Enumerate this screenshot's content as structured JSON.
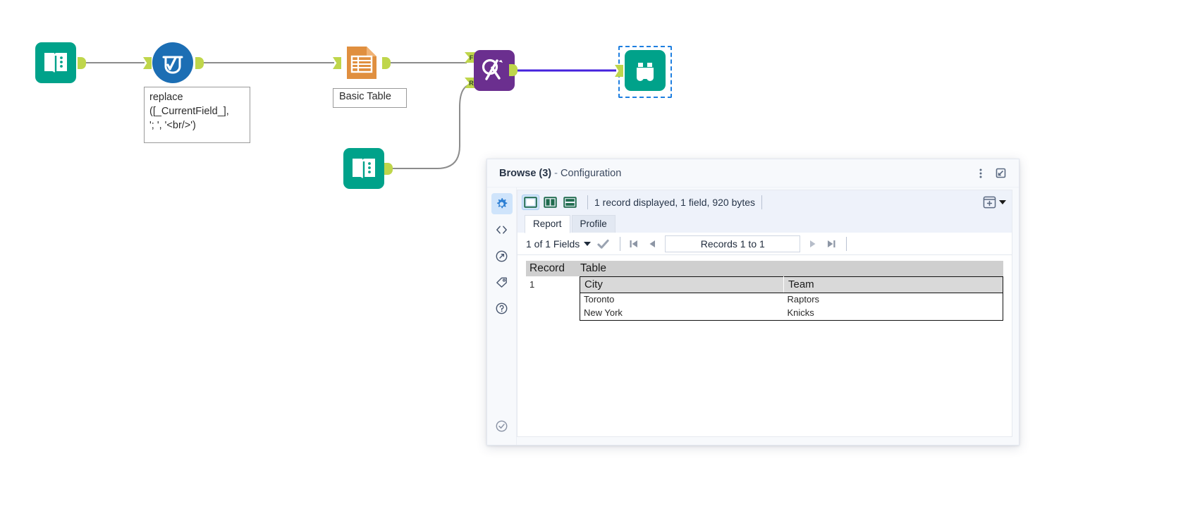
{
  "canvas": {
    "nodes": [
      {
        "id": "input-browse-1",
        "icon": "browse-book-icon",
        "label": "",
        "type": "browse"
      },
      {
        "id": "formula",
        "icon": "formula-beaker-icon",
        "label": "",
        "type": "formula"
      },
      {
        "id": "basic-table",
        "icon": "table-icon",
        "label": "Basic Table",
        "type": "table"
      },
      {
        "id": "render",
        "icon": "render-icon",
        "label": "",
        "type": "render"
      },
      {
        "id": "browse-3",
        "icon": "binoculars-icon",
        "label": "",
        "type": "browse-output",
        "selected": true
      },
      {
        "id": "input-browse-2",
        "icon": "browse-book-icon",
        "label": "",
        "type": "browse"
      }
    ],
    "annotations": [
      {
        "id": "formula-annotation",
        "text": "replace\n([_CurrentField_],\n'; ', '<br/>')"
      },
      {
        "id": "basic-table-annotation",
        "text": "Basic Table"
      }
    ],
    "anchor_labels": {
      "f": "F",
      "r": "R"
    }
  },
  "config": {
    "title_tool": "Browse (3)",
    "title_dash": " - ",
    "title_section": "Configuration",
    "menu_icon": "more-options-icon",
    "expand_icon": "restore-window-icon",
    "rail": [
      {
        "name": "configuration-gear-icon",
        "glyph": "gear",
        "active": true
      },
      {
        "name": "code-brackets-icon",
        "glyph": "code",
        "active": false
      },
      {
        "name": "annotation-arrow-icon",
        "glyph": "arrow",
        "active": false
      },
      {
        "name": "tag-icon",
        "glyph": "tag",
        "active": false
      },
      {
        "name": "help-question-icon",
        "glyph": "help",
        "active": false
      },
      {
        "name": "status-check-icon",
        "glyph": "check",
        "active": false
      }
    ],
    "toolbar": {
      "layout_buttons": [
        {
          "name": "layout-single-pane-button",
          "active": true
        },
        {
          "name": "layout-vertical-split-button",
          "active": false
        },
        {
          "name": "layout-horizontal-split-button",
          "active": false
        }
      ],
      "record_info": "1 record displayed, 1 field, 920 bytes",
      "add_column_button": "add-column-icon"
    },
    "tabs": [
      {
        "label": "Report",
        "active": true
      },
      {
        "label": "Profile",
        "active": false
      }
    ],
    "nav": {
      "fields_selector": "1 of 1 Fields",
      "checkmark_icon": "checkmark-icon",
      "first_button": "first-record-button",
      "prev_button": "previous-record-button",
      "records_label": "Records 1 to 1",
      "next_button": "next-record-button",
      "last_button": "last-record-button"
    },
    "grid": {
      "columns": [
        "Record",
        "Table"
      ],
      "rows": [
        {
          "record": "1",
          "inner_table": {
            "columns": [
              "City",
              "Team"
            ],
            "rows": [
              [
                "Toronto",
                "Raptors"
              ],
              [
                "New York",
                "Knicks"
              ]
            ]
          }
        }
      ]
    }
  },
  "colors": {
    "browse_teal": "#00a28a",
    "formula_blue": "#1c6eb4",
    "table_orange": "#e08f3f",
    "render_purple": "#6b2f8f",
    "anchor_green": "#bfd64b",
    "selected_wire": "#4422dd",
    "selection_border": "#1f7fe0"
  }
}
